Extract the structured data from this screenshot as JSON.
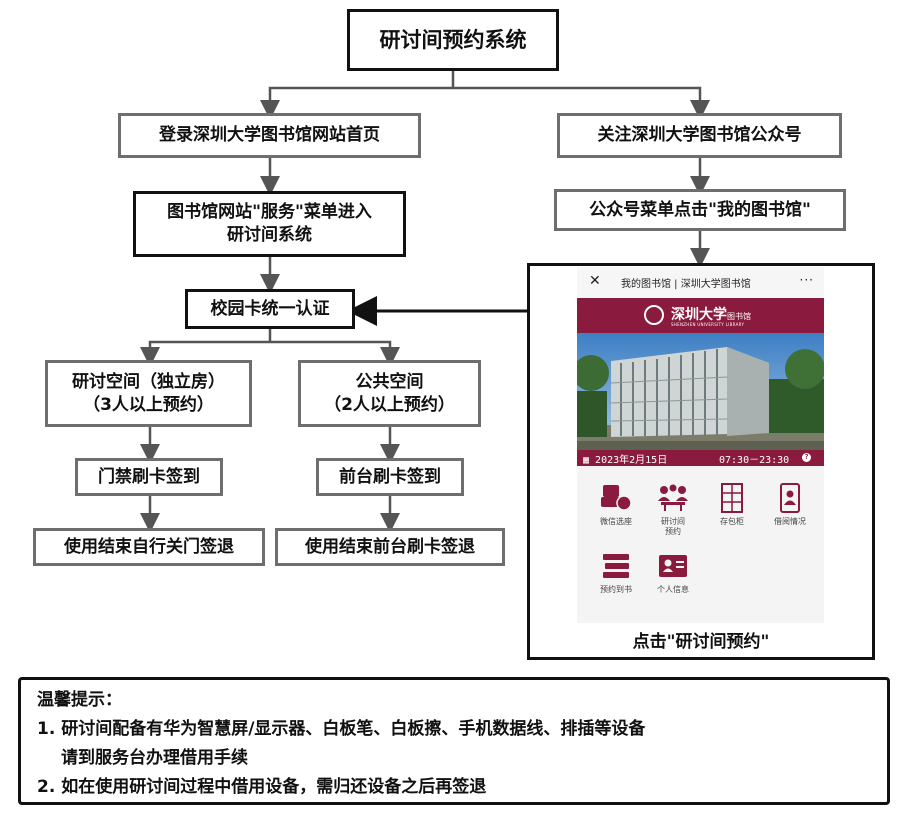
{
  "title": "研讨间预约系统",
  "left_branch": {
    "step1": "登录深圳大学图书馆网站首页",
    "step2_line1": "图书馆网站\"服务\"菜单进入",
    "step2_line2": "研讨间系统"
  },
  "right_branch": {
    "step1": "关注深圳大学图书馆公众号",
    "step2": "公众号菜单点击\"我的图书馆\"",
    "caption": "点击\"研讨间预约\""
  },
  "auth": "校园卡统一认证",
  "room_a": {
    "line1": "研讨空间（独立房）",
    "line2": "（3人以上预约）",
    "checkin": "门禁刷卡签到",
    "checkout": "使用结束自行关门签退"
  },
  "room_b": {
    "line1": "公共空间",
    "line2": "（2人以上预约）",
    "checkin": "前台刷卡签到",
    "checkout": "使用结束前台刷卡签退"
  },
  "phone": {
    "close_icon": "close-icon",
    "header_title": "我的图书馆 | 深圳大学图书馆",
    "more_icon": "more-icon",
    "banner_name": "深圳大学",
    "banner_sub": "图书馆",
    "banner_eng": "SHENZHEN UNIVERSITY LIBRARY",
    "date": "2023年2月15日",
    "hours": "07:30－23:30",
    "colors": {
      "brand": "#8a1a3e"
    },
    "tiles": [
      {
        "label1": "微信选座",
        "label2": "",
        "icon": "wechat-seat-icon"
      },
      {
        "label1": "研讨间",
        "label2": "预约",
        "icon": "group-discussion-icon"
      },
      {
        "label1": "存包柜",
        "label2": "",
        "icon": "locker-icon"
      },
      {
        "label1": "借阅情况",
        "label2": "",
        "icon": "borrow-status-icon"
      },
      {
        "label1": "预约到书",
        "label2": "",
        "icon": "book-reservation-icon"
      },
      {
        "label1": "个人信息",
        "label2": "",
        "icon": "profile-card-icon"
      }
    ]
  },
  "tips": {
    "heading": "温馨提示：",
    "item1_line1": "1. 研讨间配备有华为智慧屏/显示器、白板笔、白板擦、手机数据线、排插等设备",
    "item1_line2": "请到服务台办理借用手续",
    "item2": "2. 如在使用研讨间过程中借用设备，需归还设备之后再签退"
  }
}
